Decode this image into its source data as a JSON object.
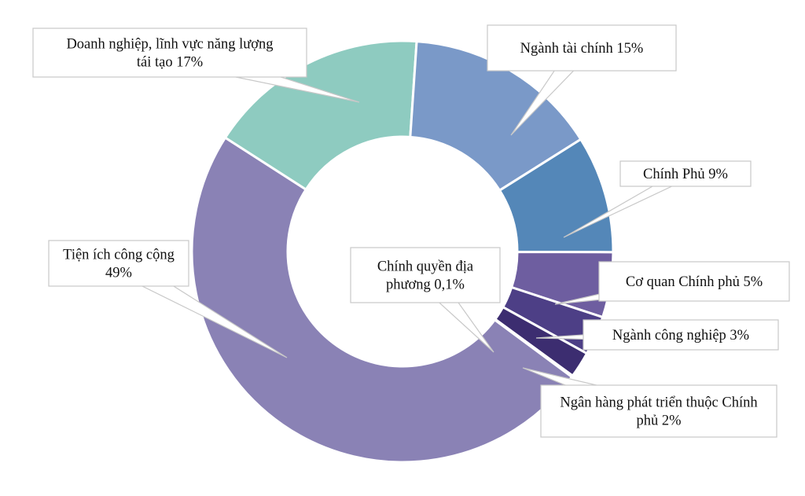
{
  "chart_data": {
    "type": "donut",
    "title": "",
    "slices": [
      {
        "label_lines": [
          "Tiện ích công cộng",
          "49%"
        ],
        "value": 49,
        "color": "#8a82b5"
      },
      {
        "label_lines": [
          "Doanh nghiệp, lĩnh vực năng lượng",
          "tái tạo 17%"
        ],
        "value": 17,
        "color": "#8ecbc0"
      },
      {
        "label_lines": [
          "Ngành tài chính 15%"
        ],
        "value": 15,
        "color": "#7a99c8"
      },
      {
        "label_lines": [
          "Chính Phủ 9%"
        ],
        "value": 9,
        "color": "#5487b8"
      },
      {
        "label_lines": [
          "Cơ quan Chính phủ 5%"
        ],
        "value": 5,
        "color": "#6e5ea0"
      },
      {
        "label_lines": [
          "Ngành công nghiệp 3%"
        ],
        "value": 3,
        "color": "#4d3f86"
      },
      {
        "label_lines": [
          "Ngân hàng phát triển thuộc Chính",
          "phủ 2%"
        ],
        "value": 2,
        "color": "#3c2d70"
      },
      {
        "label_lines": [
          "Chính quyền địa",
          "phương 0,1%"
        ],
        "value": 0.1,
        "color": "#2e2460"
      }
    ]
  }
}
